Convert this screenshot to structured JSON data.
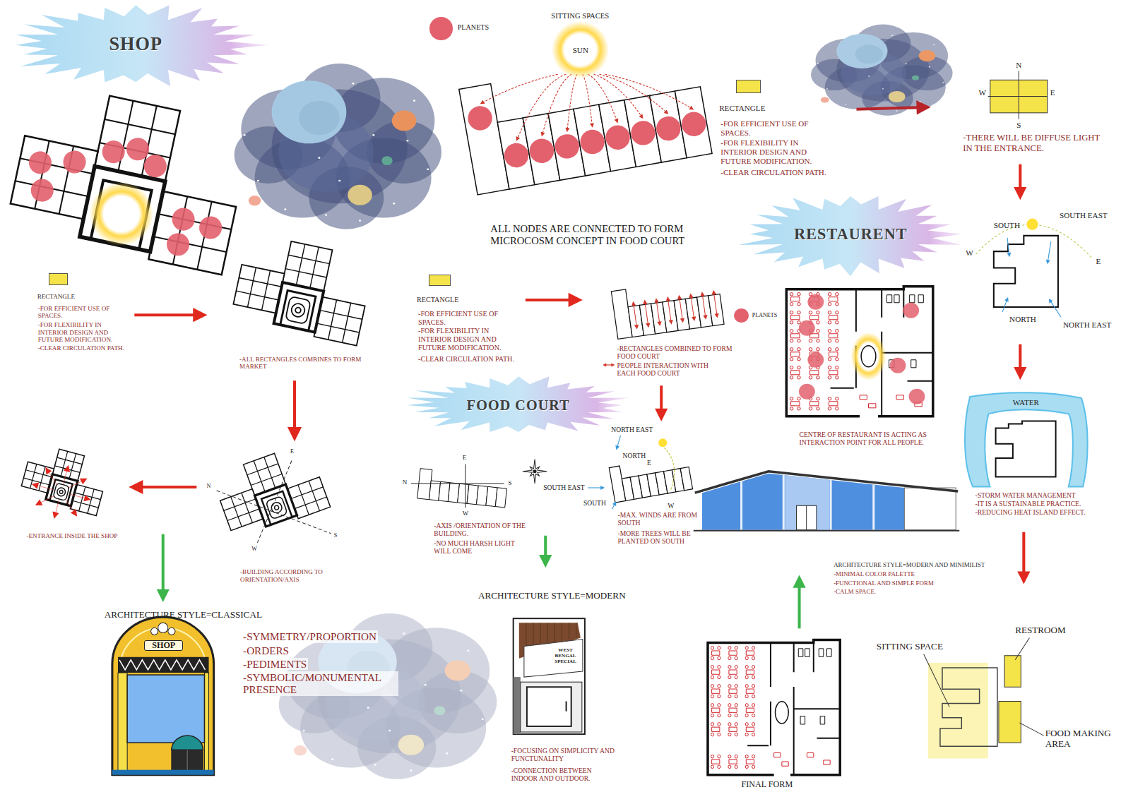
{
  "diagram": {
    "nodes": [
      {
        "text": [
          "SHOP"
        ]
      },
      {
        "text": [
          "SUN"
        ]
      },
      {
        "text": [
          "RESTAURENT"
        ]
      },
      {
        "text": [
          "FOOD COURT"
        ]
      },
      {
        "text": [
          "WATER"
        ]
      }
    ],
    "labels": [
      "SITTING SPACES",
      "ALL NODES ARE CONNECTED TO FORM MICROCOSM CONCEPT IN FOOD COURT",
      "-FOR EFFICIENT USE OF SPACES.",
      "-FOR FLEXIBILITY IN INTERIOR DESIGN AND FUTURE MODIFICATION.",
      "-CLEAR CIRCULATION PATH.",
      "N",
      "W",
      "E",
      "S",
      "-THERE WILL BE DIFFUSE LIGHT IN THE ENTRANCE.",
      "SOUTH EAST",
      "SOUTH",
      "W",
      "E",
      "NORTH",
      "NORTH EAST",
      "-FOR EFFICIENT USE OF SPACES.",
      "-FOR FLEXIBILITY IN INTERIOR DESIGN AND FUTURE MODIFICATION.",
      "-CLEAR CIRCULATION PATH.",
      "-ALL RECTANGLES COMBINES TO FORM MARKET",
      "-FOR EFFICIENT USE OF SPACES.",
      "-FOR FLEXIBILITY IN INTERIOR DESIGN AND FUTURE MODIFICATION.",
      "-CLEAR CIRCULATION PATH.",
      "-RECTANGLES COMBINED TO FORM FOOD COURT",
      "PEOPLE INTERACTION WITH EACH FOOD COURT",
      "CENTRE OF RESTAURANT IS ACTING AS INTERACTION POINT FOR ALL PEOPLE.",
      "N",
      "E",
      "S",
      "W",
      "NORTH EAST",
      "NORTH",
      "E",
      "SOUTH EAST",
      "SOUTH",
      "W",
      "-AXIS /ORIENTATION OF THE BUILDING.",
      "-NO MUCH HARSH LIGHT WILL COME",
      "-MAX. WINDS ARE FROM SOUTH",
      "-MORE TREES WILL BE PLANTED ON SOUTH",
      "E",
      "N",
      "S",
      "W",
      "-ENTRANCE INSIDE THE SHOP",
      "-BUILDING ACCORDING TO ORIENTATION/AXIS",
      "-STORM WATER MANAGEMENT",
      "-IT IS A SUSTAINABLE PRACTICE.",
      "-REDUCING HEAT ISLAND EFFECT.",
      "ARCHITECTURE STYLE=MODERN AND MINIMILIST",
      "-MINIMAL COLOR PALETTE",
      "-FUNCTIONAL AND SIMPLE FORM",
      "-CALM SPACE.",
      "ARCHITECTURE STYLE=MODERN",
      "ARCHITECTURE STYLE=CLASSICAL",
      "SHOP",
      "-SYMMETRY/PROPORTION",
      "-ORDERS",
      "-PEDIMENTS",
      "-SYMBOLIC/MONUMENTAL PRESENCE",
      "WEST BENGAL SPECIAL",
      "-FOCUSING ON SIMPLICITY AND FUNCTUNALITY",
      "-CONNECTION BETWEEN INDOOR AND OUTDOOR.",
      "FINAL FORM",
      "SITTING SPACE",
      "RESTROOM",
      "FOOD MAKING AREA"
    ],
    "legend": [
      {
        "text": "PLANETS",
        "color": "#e2616d"
      },
      {
        "text": "RECTANGLE",
        "color": "#f5e34a"
      },
      {
        "text": "RECTANGLE",
        "color": "#f5e34a"
      },
      {
        "text": "RECTANGLE",
        "color": "#f5e34a"
      },
      {
        "text": "PLANETS",
        "color": "#e2616d"
      }
    ]
  }
}
